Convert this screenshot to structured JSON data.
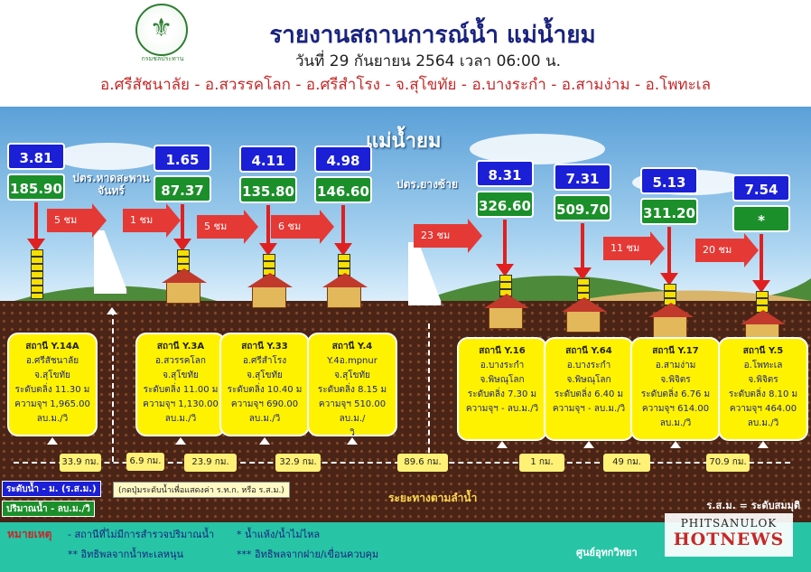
{
  "header": {
    "logo_text": "กรมชลประทาน",
    "title": "รายงานสถานการณ์น้ำ แม่น้ำยม",
    "date": "วันที่ 29 กันยายน 2564 เวลา 06:00 น.",
    "districts": "อ.ศรีสัชนาลัย - อ.สวรรคโลก - อ.ศรีสำโรง - จ.สุโขทัย - อ.บางระกำ - อ.สามง่าม - อ.โพทะเล"
  },
  "scene": {
    "river_name": "แม่น้ำยม",
    "gates": [
      "ปตร.หาดสะพาน จันทร์",
      "ปตร.ยางซ้าย"
    ],
    "stations": [
      {
        "level": "3.81",
        "flow": "185.90",
        "name": "สถานี Y.14A",
        "line1": "อ.ศรีสัชนาลัย",
        "line2": "จ.สุโขทัย",
        "line3": "ระดับตลิ่ง 11.30 ม",
        "line4": "ความจุฯ 1,965.00",
        "line5": "ลบ.ม./วิ"
      },
      {
        "level": "1.65",
        "flow": "87.37",
        "name": "สถานี Y.3A",
        "line1": "อ.สวรรคโลก",
        "line2": "จ.สุโขทัย",
        "line3": "ระดับตลิ่ง 11.00 ม",
        "line4": "ความจุฯ 1,130.00",
        "line5": "ลบ.ม./วิ"
      },
      {
        "level": "4.11",
        "flow": "135.80",
        "name": "สถานี Y.33",
        "line1": "อ.ศรีสำโรง",
        "line2": "จ.สุโขทัย",
        "line3": "ระดับตลิ่ง 10.40 ม",
        "line4": "ความจุฯ 690.00",
        "line5": "ลบ.ม./วิ"
      },
      {
        "level": "4.98",
        "flow": "146.60",
        "name": "สถานี Y.4",
        "line1": "Y.4อ.mpnur",
        "line2": "จ.สุโขทัย",
        "line3": "ระดับตลิ่ง 8.15 ม",
        "line4": "ความจุฯ 510.00 ลบ.ม./",
        "line5": "วิ"
      },
      {
        "level": "8.31",
        "flow": "326.60",
        "name": "สถานี Y.16",
        "line1": "อ.บางระกำ",
        "line2": "จ.พิษณุโลก",
        "line3": "ระดับตลิ่ง 7.30 ม",
        "line4": "ความจุฯ - ลบ.ม./วิ",
        "line5": ""
      },
      {
        "level": "7.31",
        "flow": "509.70",
        "name": "สถานี Y.64",
        "line1": "อ.บางระกำ",
        "line2": "จ.พิษณุโลก",
        "line3": "ระดับตลิ่ง 6.40 ม",
        "line4": "ความจุฯ - ลบ.ม./วิ",
        "line5": ""
      },
      {
        "level": "5.13",
        "flow": "311.20",
        "name": "สถานี Y.17",
        "line1": "อ.สามง่าม",
        "line2": "จ.พิจิตร",
        "line3": "ระดับตลิ่ง 6.76 ม",
        "line4": "ความจุฯ 614.00",
        "line5": "ลบ.ม./วิ"
      },
      {
        "level": "7.54",
        "flow": "*",
        "name": "สถานี Y.5",
        "line1": "อ.โพทะเล",
        "line2": "จ.พิจิตร",
        "line3": "ระดับตลิ่ง 8.10 ม",
        "line4": "ความจุฯ 464.00",
        "line5": "ลบ.ม./วิ"
      }
    ],
    "travel_times": [
      "5 ชม",
      "1 ชม",
      "5 ชม",
      "6 ชม",
      "23 ชม",
      "11 ชม",
      "20 ชม"
    ],
    "distances": [
      "33.9 กม.",
      "6.9 กม.",
      "23.9 กม.",
      "32.9 กม.",
      "89.6 กม.",
      "1 กม.",
      "49 กม.",
      "70.9 กม."
    ],
    "legend_level": "ระดับน้ำ - ม. (ร.ส.ม.)",
    "legend_flow": "ปริมาณน้ำ - ลบ.ม./วิ",
    "note_button": "(กดปุ่มระดับน้ำเพื่อแสดงค่า ร.ท.ก. หรือ ร.ส.ม.)",
    "distance_label": "ระยะทางตามลำน้ำ",
    "rsm_note": "ร.ส.ม. = ระดับสมมุติ"
  },
  "footer": {
    "label": "หมายเหตุ",
    "n1": "-  สถานีที่ไม่มีการสำรวจปริมาณน้ำ",
    "n2": "*   น้ำแห้ง/น้ำไม่ไหล",
    "n3": "** อิทธิพลจากน้ำทะเลหนุน",
    "n4": "*** อิทธิพลจากฝาย/เขื่อนควบคุม",
    "credit": "ศูนย์อุทกวิทยา",
    "watermark_a": "PHITSANULOK",
    "watermark_b": "HOTNEWS"
  },
  "colors": {
    "level_box": "#1b1fd6",
    "flow_box": "#1b8f2a",
    "card": "#fff200",
    "footer": "#27c4a6",
    "arrow": "#e53935"
  }
}
